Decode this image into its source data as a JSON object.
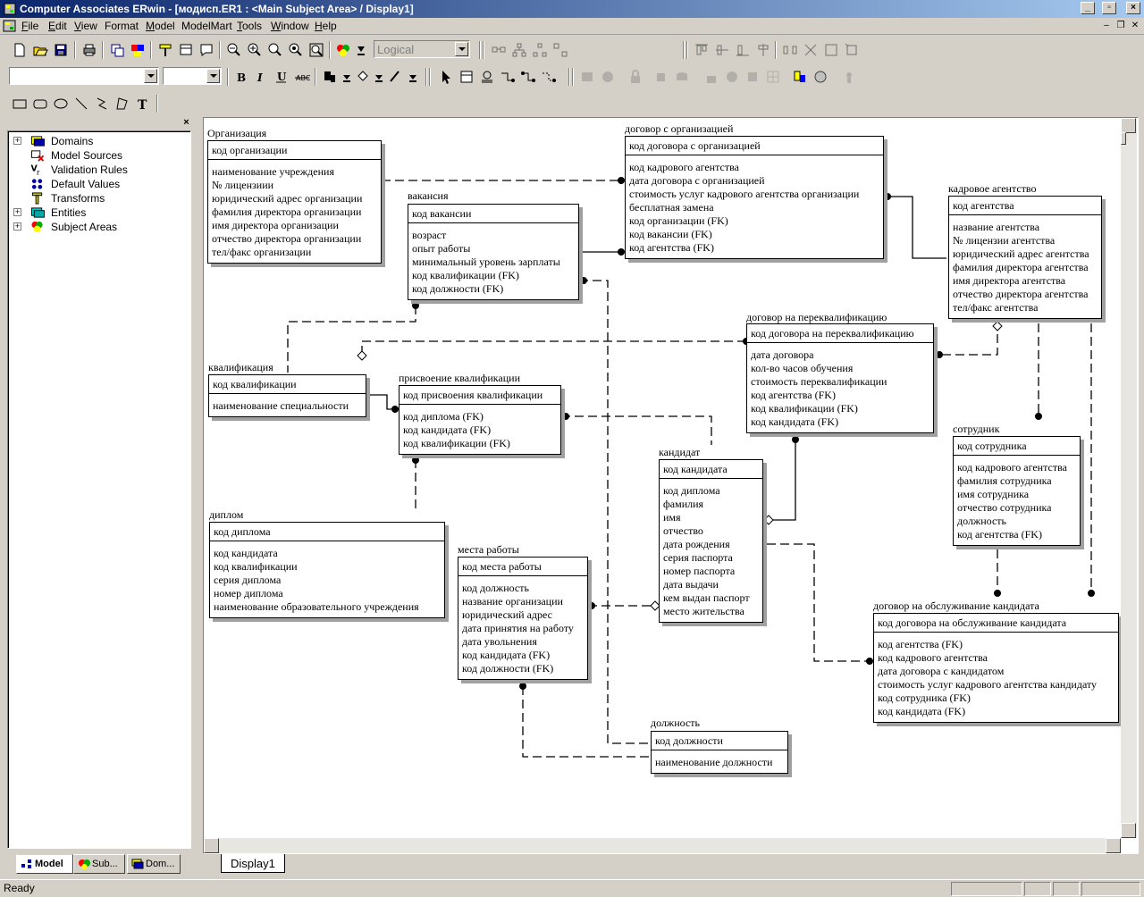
{
  "window": {
    "title": "Computer Associates ERwin - [модисп.ER1 : <Main Subject Area> / Display1]"
  },
  "menu": [
    {
      "label": "File",
      "acc": "F",
      "rest": "ile"
    },
    {
      "label": "Edit",
      "acc": "E",
      "rest": "dit"
    },
    {
      "label": "View",
      "acc": "V",
      "rest": "iew"
    },
    {
      "label": "Format",
      "acc": "",
      "rest": "Format"
    },
    {
      "label": "Model",
      "acc": "M",
      "rest": "odel"
    },
    {
      "label": "ModelMart",
      "acc": "",
      "rest": "ModelMart"
    },
    {
      "label": "Tools",
      "acc": "T",
      "rest": "ools"
    },
    {
      "label": "Window",
      "acc": "W",
      "rest": "indow"
    },
    {
      "label": "Help",
      "acc": "H",
      "rest": "elp"
    }
  ],
  "toolbar": {
    "model_view_combo": "Logical",
    "font_combo": "",
    "size_combo": ""
  },
  "tree": {
    "items": [
      {
        "label": "Domains",
        "expandable": true,
        "icon": "domains-icon"
      },
      {
        "label": "Model Sources",
        "expandable": false,
        "icon": "model-sources-icon"
      },
      {
        "label": "Validation Rules",
        "expandable": false,
        "icon": "validation-rules-icon"
      },
      {
        "label": "Default Values",
        "expandable": false,
        "icon": "default-values-icon"
      },
      {
        "label": "Transforms",
        "expandable": false,
        "icon": "transforms-icon"
      },
      {
        "label": "Entities",
        "expandable": true,
        "icon": "entities-icon"
      },
      {
        "label": "Subject Areas",
        "expandable": true,
        "icon": "subject-areas-icon"
      }
    ]
  },
  "panel_tabs": [
    {
      "label": "Model",
      "active": true
    },
    {
      "label": "Sub...",
      "active": false
    },
    {
      "label": "Dom...",
      "active": false
    }
  ],
  "entities": {
    "org": {
      "name": "Организация",
      "pk": [
        "код организации"
      ],
      "attrs": [
        "наименование учреждения",
        "№ лицензиии",
        "юридический адрес организации",
        "фамилия директора организации",
        "имя директора организации",
        "отчество директора организации",
        "тел/факс организации"
      ]
    },
    "contract_org": {
      "name": "договор с организацией",
      "pk": [
        "код договора с организацией"
      ],
      "attrs": [
        "код кадрового агентства",
        "дата договора с организацией",
        "стоимость услуг кадрового агентства организации",
        "бесплатная замена",
        "код организации (FK)",
        "код вакансии (FK)",
        "код агентства (FK)"
      ]
    },
    "agency": {
      "name": "кадровое агентство",
      "pk": [
        "код агентства"
      ],
      "attrs": [
        "название агентства",
        "№ лицензии агентства",
        "юридический адрес агентства",
        "фамилия директора агентства",
        "имя директора агентства",
        "отчество директора агентства",
        "тел/факс агентства"
      ]
    },
    "vacancy": {
      "name": "вакансия",
      "pk": [
        "код вакансии"
      ],
      "attrs": [
        "возраст",
        "опыт работы",
        "минимальный уровень зарплаты",
        "код квалификации (FK)",
        "код должности (FK)"
      ]
    },
    "retrain": {
      "name": "договор на переквалификацию",
      "pk": [
        "код договора на переквалификацию"
      ],
      "attrs": [
        "дата договора",
        "кол-во часов обучения",
        "стоимость переквалификации",
        "код агентства (FK)",
        "код квалификации (FK)",
        "код кандидата (FK)"
      ]
    },
    "qualif": {
      "name": "квалификация",
      "pk": [
        "код квалификации"
      ],
      "attrs": [
        "наименование специальности"
      ]
    },
    "assign": {
      "name": "присвоение квалификации",
      "pk": [
        "код присвоения квалификации"
      ],
      "attrs": [
        "код диплома (FK)",
        "код кандидата (FK)",
        "код квалификации (FK)"
      ]
    },
    "employee": {
      "name": "сотрудник",
      "pk": [
        "код сотрудника"
      ],
      "attrs": [
        "код кадрового агентства",
        "фамилия сотрудника",
        "имя сотрудника",
        "отчество сотрудника",
        "должность",
        "код агентства (FK)"
      ]
    },
    "candidate": {
      "name": "кандидат",
      "pk": [
        "код кандидата"
      ],
      "attrs": [
        "код диплома",
        "фамилия",
        "имя",
        "отчество",
        "дата рождения",
        "серия паспорта",
        "номер паспорта",
        "дата выдачи",
        "кем выдан паспорт",
        "место жительства"
      ]
    },
    "diploma": {
      "name": "диплом",
      "pk": [
        "код диплома"
      ],
      "attrs": [
        "код кандидата",
        "код квалификации",
        "серия диплома",
        "номер диплома",
        "наименование образовательного учреждения"
      ]
    },
    "workplace": {
      "name": "места работы",
      "pk": [
        "код места работы"
      ],
      "attrs": [
        "код должность",
        "название организации",
        "юридический адрес",
        "дата принятия на работу",
        "дата увольнения",
        "код кандидата (FK)",
        "код должности (FK)"
      ]
    },
    "service": {
      "name": "договор на обслуживание кандидата",
      "pk": [
        "код договора на обслуживание кандидата"
      ],
      "attrs": [
        "код агентства (FK)",
        "код кадрового агентства",
        "дата договора с кандидатом",
        "стоимость услуг кадрового агентства кандидату",
        "код сотрудника (FK)",
        "код кандидата (FK)"
      ]
    },
    "position": {
      "name": "должность",
      "pk": [
        "код должности"
      ],
      "attrs": [
        "наименование должности"
      ]
    }
  },
  "canvas_tab": "Display1",
  "status": "Ready"
}
